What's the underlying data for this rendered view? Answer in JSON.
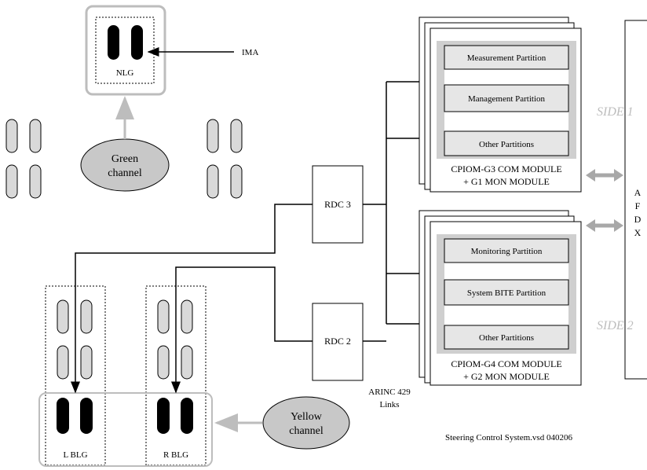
{
  "diagram": {
    "nlg_label": "NLG",
    "ima_label": "IMA",
    "green_channel": {
      "line1": "Green",
      "line2": "channel"
    },
    "yellow_channel": {
      "line1": "Yellow",
      "line2": "channel"
    },
    "lblg_label": "L BLG",
    "rblg_label": "R BLG",
    "rdc3_label": "RDC 3",
    "rdc2_label": "RDC 2",
    "arinc_label": {
      "line1": "ARINC 429",
      "line2": "Links"
    },
    "side1_label": "SIDE 1",
    "side2_label": "SIDE 2",
    "afdx_letters": [
      "A",
      "F",
      "D",
      "X"
    ],
    "cpiom_g3": {
      "partitions": [
        "Measurement Partition",
        "Management Partition",
        "Other Partitions"
      ],
      "title_line1": "CPIOM-G3 COM MODULE",
      "title_line2": "+ G1 MON MODULE"
    },
    "cpiom_g4": {
      "partitions": [
        "Monitoring Partition",
        "System BITE Partition",
        "Other Partitions"
      ],
      "title_line1": "CPIOM-G4 COM MODULE",
      "title_line2": "+ G2 MON MODULE"
    },
    "footer": "Steering Control System.vsd 040206"
  },
  "colors": {
    "line": "#000000",
    "gray_border": "#bdbdbd",
    "module_fill": "#cfcfcf",
    "partition_fill": "#e6e6e6",
    "oval_fill": "#c8c8c8",
    "wheel_gray": "#d9d9d9",
    "wheel_black": "#000000"
  }
}
